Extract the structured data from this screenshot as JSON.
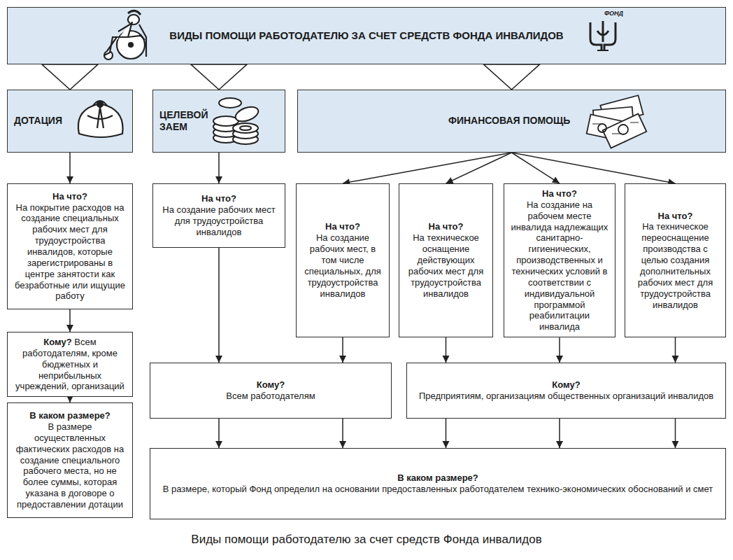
{
  "diagram": {
    "caption": "Виды помощи работодателю за счет средств Фонда инвалидов",
    "nodes": [
      {
        "text": [
          "ВИДЫ ПОМОЩИ РАБОТОДАТЕЛЮ ЗА СЧЕТ СРЕДСТВ ФОНДА ИНВАЛИДОВ"
        ]
      },
      {
        "text": [
          "ДОТАЦИЯ"
        ]
      },
      {
        "text": [
          "ЦЕЛЕВОЙ ЗАЕМ"
        ]
      },
      {
        "text": [
          "ФИНАНСОВАЯ ПОМОЩЬ"
        ]
      },
      {
        "text": [
          "На что?",
          "На покрытие расходов на создание специальных рабочих мест для трудоустройства инвалидов, которые зарегистрированы в центре занятости как безработные или ищущие работу"
        ]
      },
      {
        "text": [
          "Кому?",
          "Всем работодателям, кроме бюджетных и неприбыльных учреждений, организаций"
        ]
      },
      {
        "text": [
          "В каком размере?",
          "В размере осуществленных фактических расходов на создание специального рабочего места, но не более суммы, которая указана в договоре о предоставлении дотации"
        ]
      },
      {
        "text": [
          "На что?",
          "На создание рабочих мест для трудоустройства инвалидов"
        ]
      },
      {
        "text": [
          "На что?",
          "На создание рабочих мест, в том числе специальных, для трудоустройства инвалидов"
        ]
      },
      {
        "text": [
          "На что?",
          "На техническое оснащение действующих рабочих мест для трудоустройства инвалидов"
        ]
      },
      {
        "text": [
          "На что?",
          "На создание на рабочем месте инвалида надлежащих санитарно-гигиенических, производственных и технических условий в соответствии с индивидуальной программой реабилитации инвалида"
        ]
      },
      {
        "text": [
          "На что?",
          "На техническое переоснащение производства с целью создания дополнительных рабочих мест для трудоустройства инвалидов"
        ]
      },
      {
        "text": [
          "Кому?",
          "Всем работодателям"
        ]
      },
      {
        "text": [
          "Кому?",
          "Предприятиям, организациям общественных организаций инвалидов"
        ]
      },
      {
        "text": [
          "В каком размере?",
          "В размере, который Фонд определил на основании предоставленных работодателем технико-экономических обоснований и смет"
        ]
      }
    ],
    "edges": [
      {
        "from": 0,
        "to": 1,
        "arrow": "to"
      },
      {
        "from": 0,
        "to": 2,
        "arrow": "to"
      },
      {
        "from": 0,
        "to": 3,
        "arrow": "to"
      },
      {
        "from": 1,
        "to": 4,
        "arrow": "to"
      },
      {
        "from": 4,
        "to": 5,
        "arrow": "to"
      },
      {
        "from": 5,
        "to": 6,
        "arrow": "to"
      },
      {
        "from": 2,
        "to": 7,
        "arrow": "to"
      },
      {
        "from": 3,
        "to": 8,
        "arrow": "to"
      },
      {
        "from": 3,
        "to": 9,
        "arrow": "to"
      },
      {
        "from": 3,
        "to": 10,
        "arrow": "to"
      },
      {
        "from": 3,
        "to": 11,
        "arrow": "to"
      },
      {
        "from": 7,
        "to": 12,
        "arrow": "to"
      },
      {
        "from": 8,
        "to": 12,
        "arrow": "to"
      },
      {
        "from": 9,
        "to": 13,
        "arrow": "to"
      },
      {
        "from": 10,
        "to": 13,
        "arrow": "to"
      },
      {
        "from": 11,
        "to": 13,
        "arrow": "to"
      },
      {
        "from": 12,
        "to": 14,
        "arrow": "to"
      },
      {
        "from": 13,
        "to": 14,
        "arrow": "to"
      }
    ],
    "labels": [
      "ФОНД"
    ]
  }
}
